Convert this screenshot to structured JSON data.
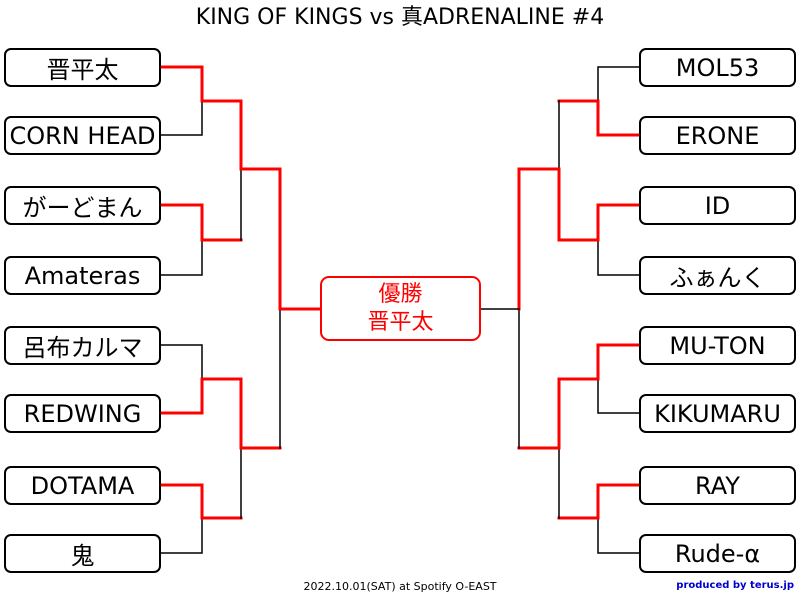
{
  "title": "KING OF KINGS vs 真ADRENALINE #4",
  "colors": {
    "winner_line": "#ff0000",
    "loser_line": "#000000",
    "credit": "#0000cc"
  },
  "left_bracket": [
    {
      "name": "晋平太"
    },
    {
      "name": "CORN HEAD"
    },
    {
      "name": "がーどまん"
    },
    {
      "name": "Amateras"
    },
    {
      "name": "呂布カルマ"
    },
    {
      "name": "REDWING"
    },
    {
      "name": "DOTAMA"
    },
    {
      "name": "鬼"
    }
  ],
  "right_bracket": [
    {
      "name": "MOL53"
    },
    {
      "name": "ERONE"
    },
    {
      "name": "ID"
    },
    {
      "name": "ふぁんく"
    },
    {
      "name": "MU-TON"
    },
    {
      "name": "KIKUMARU"
    },
    {
      "name": "RAY"
    },
    {
      "name": "Rude-α"
    }
  ],
  "results": {
    "left_round1_winners": [
      "晋平太",
      "がーどまん",
      "REDWING",
      "DOTAMA"
    ],
    "left_round2_winners": [
      "晋平太",
      "REDWING"
    ],
    "left_final_winner": "晋平太",
    "right_round1_winners": [
      "ERONE",
      "ID",
      "MU-TON",
      "RAY"
    ],
    "right_round2_winners": [
      "ERONE",
      "MU-TON"
    ],
    "right_final_winner": "ERONE"
  },
  "champion": {
    "label": "優勝",
    "name": "晋平太"
  },
  "footer": {
    "date_venue": "2022.10.01(SAT) at Spotify O-EAST",
    "credit": "produced by terus.jp"
  }
}
